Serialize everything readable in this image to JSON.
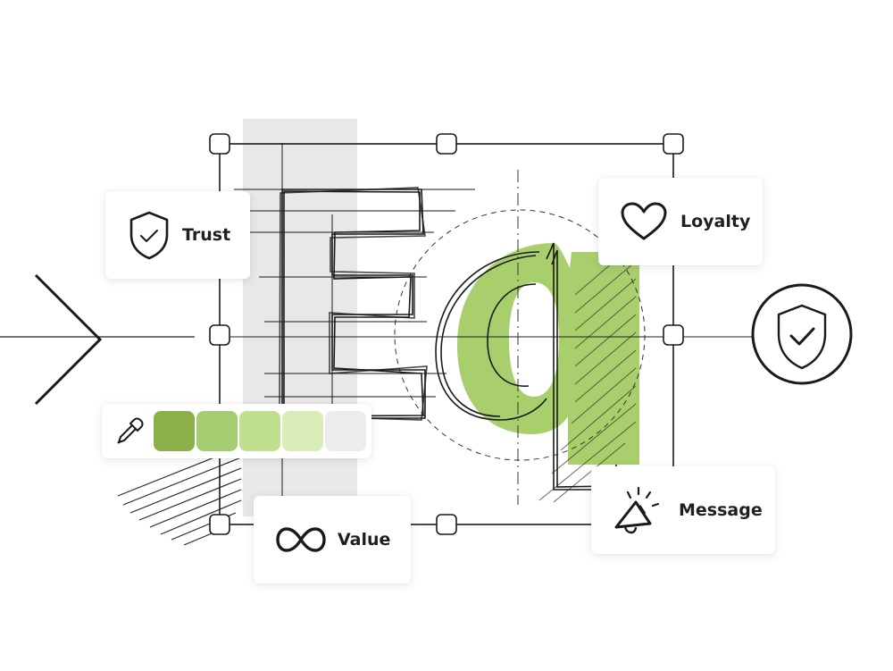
{
  "cards": {
    "trust": {
      "label": "Trust",
      "icon": "shield-check-icon"
    },
    "loyalty": {
      "label": "Loyalty",
      "icon": "heart-icon"
    },
    "value": {
      "label": "Value",
      "icon": "infinity-icon"
    },
    "message": {
      "label": "Message",
      "icon": "megaphone-icon"
    }
  },
  "glyphs": {
    "serif_letter": "E",
    "brand_letter": "q"
  },
  "palette": {
    "tool_icon": "eyedropper-icon",
    "swatches": [
      "#8bb04a",
      "#a5cc70",
      "#c1e08d",
      "#d9edb8",
      "#ececec"
    ]
  },
  "badge": {
    "icon": "shield-check-icon"
  },
  "colors": {
    "accent": "#a8cf6c",
    "ink": "#1a1a1a",
    "column": "#e9e7e8"
  }
}
